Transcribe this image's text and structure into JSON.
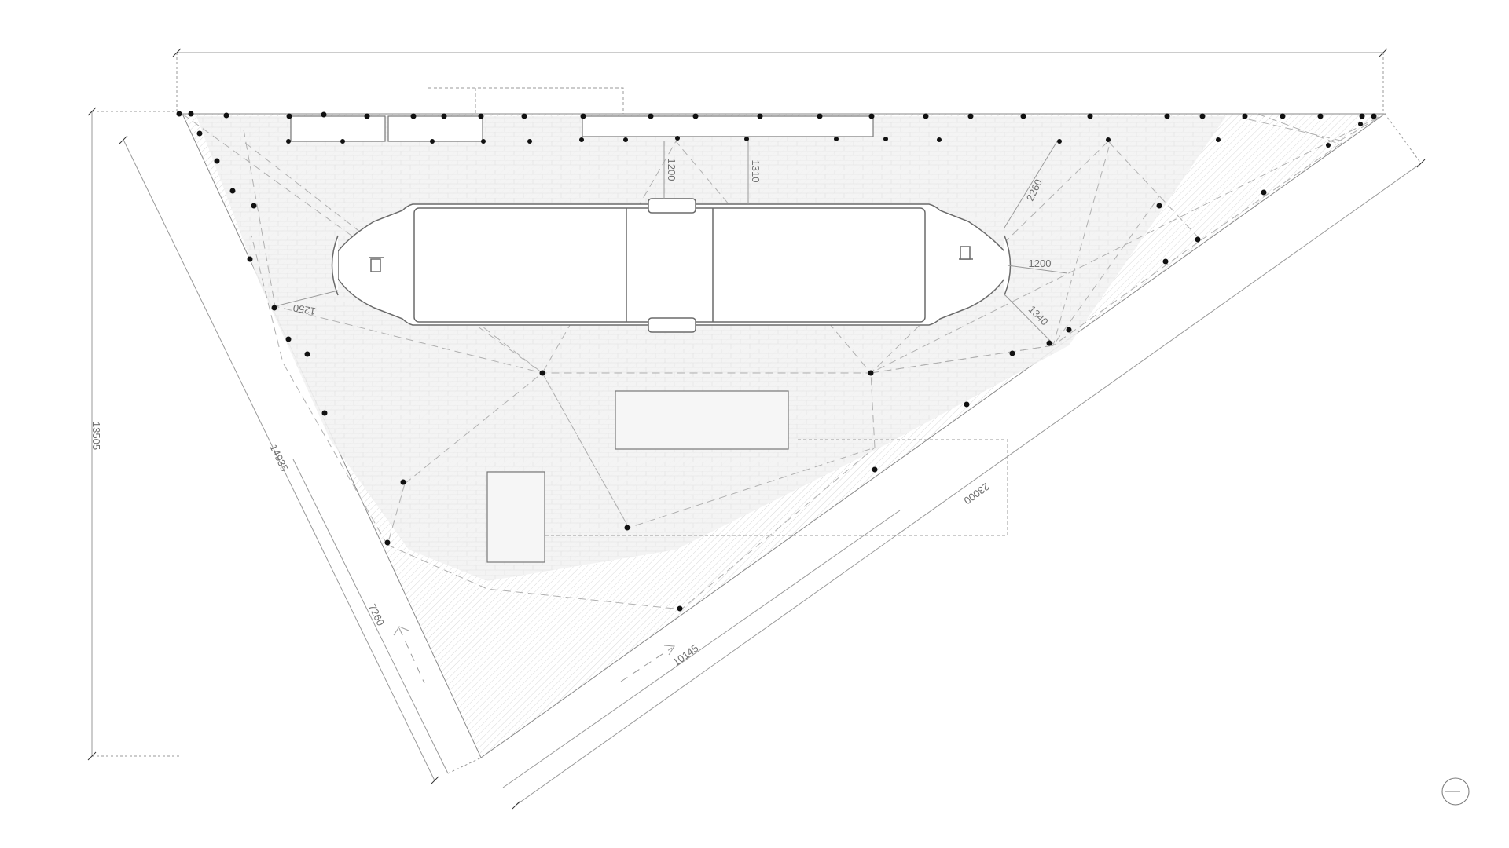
{
  "drawing": {
    "kind": "site plan",
    "title": "",
    "colors": {
      "line": "#7a7a7a",
      "light_line": "#b9b9b9",
      "dash": "#9a9a9a",
      "point": "#111111",
      "hatch": "#c8c8c8",
      "fill": "#f4f4f4"
    },
    "dimensions": {
      "top_overall": "",
      "left_height": "13505",
      "diag_left": "14935",
      "diag_left_lower": "7260",
      "bottom_diag": "10145",
      "hyp_inner": "23000",
      "top_gap_1": "1200",
      "top_gap_2": "1310",
      "right_gap_upper": "2260",
      "right_gap_mid": "1200",
      "right_gap_lower": "1340",
      "left_gap": "1250"
    },
    "icons": {
      "north": "north-arrow-icon"
    }
  }
}
